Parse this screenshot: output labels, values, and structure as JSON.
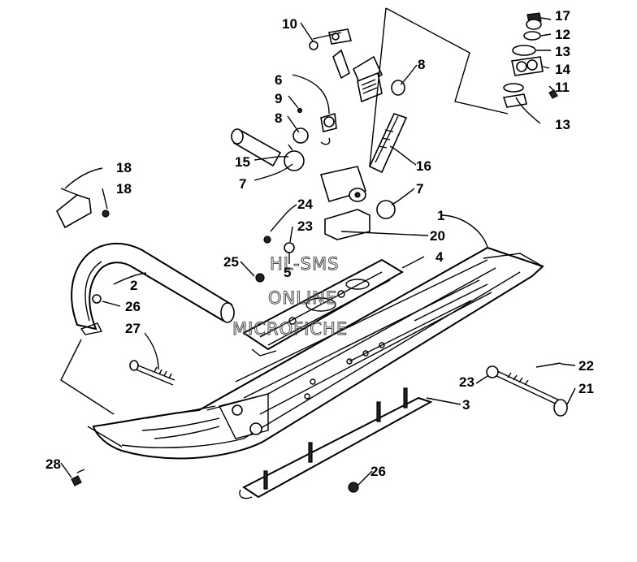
{
  "diagram": {
    "watermark": [
      "HL-SMS",
      "ONLINE",
      "MICROFICHE"
    ],
    "labels": {
      "l1": "1",
      "l2": "2",
      "l3": "3",
      "l4": "4",
      "l5": "5",
      "l6": "6",
      "l7a": "7",
      "l7b": "7",
      "l8a": "8",
      "l8b": "8",
      "l9": "9",
      "l10": "10",
      "l11": "11",
      "l12": "12",
      "l13a": "13",
      "l13b": "13",
      "l14": "14",
      "l15": "15",
      "l16": "16",
      "l17": "17",
      "l18a": "18",
      "l18b": "18",
      "l20": "20",
      "l21": "21",
      "l22": "22",
      "l23a": "23",
      "l23b": "23",
      "l24": "24",
      "l25": "25",
      "l26a": "26",
      "l26b": "26",
      "l27": "27",
      "l28": "28"
    }
  }
}
